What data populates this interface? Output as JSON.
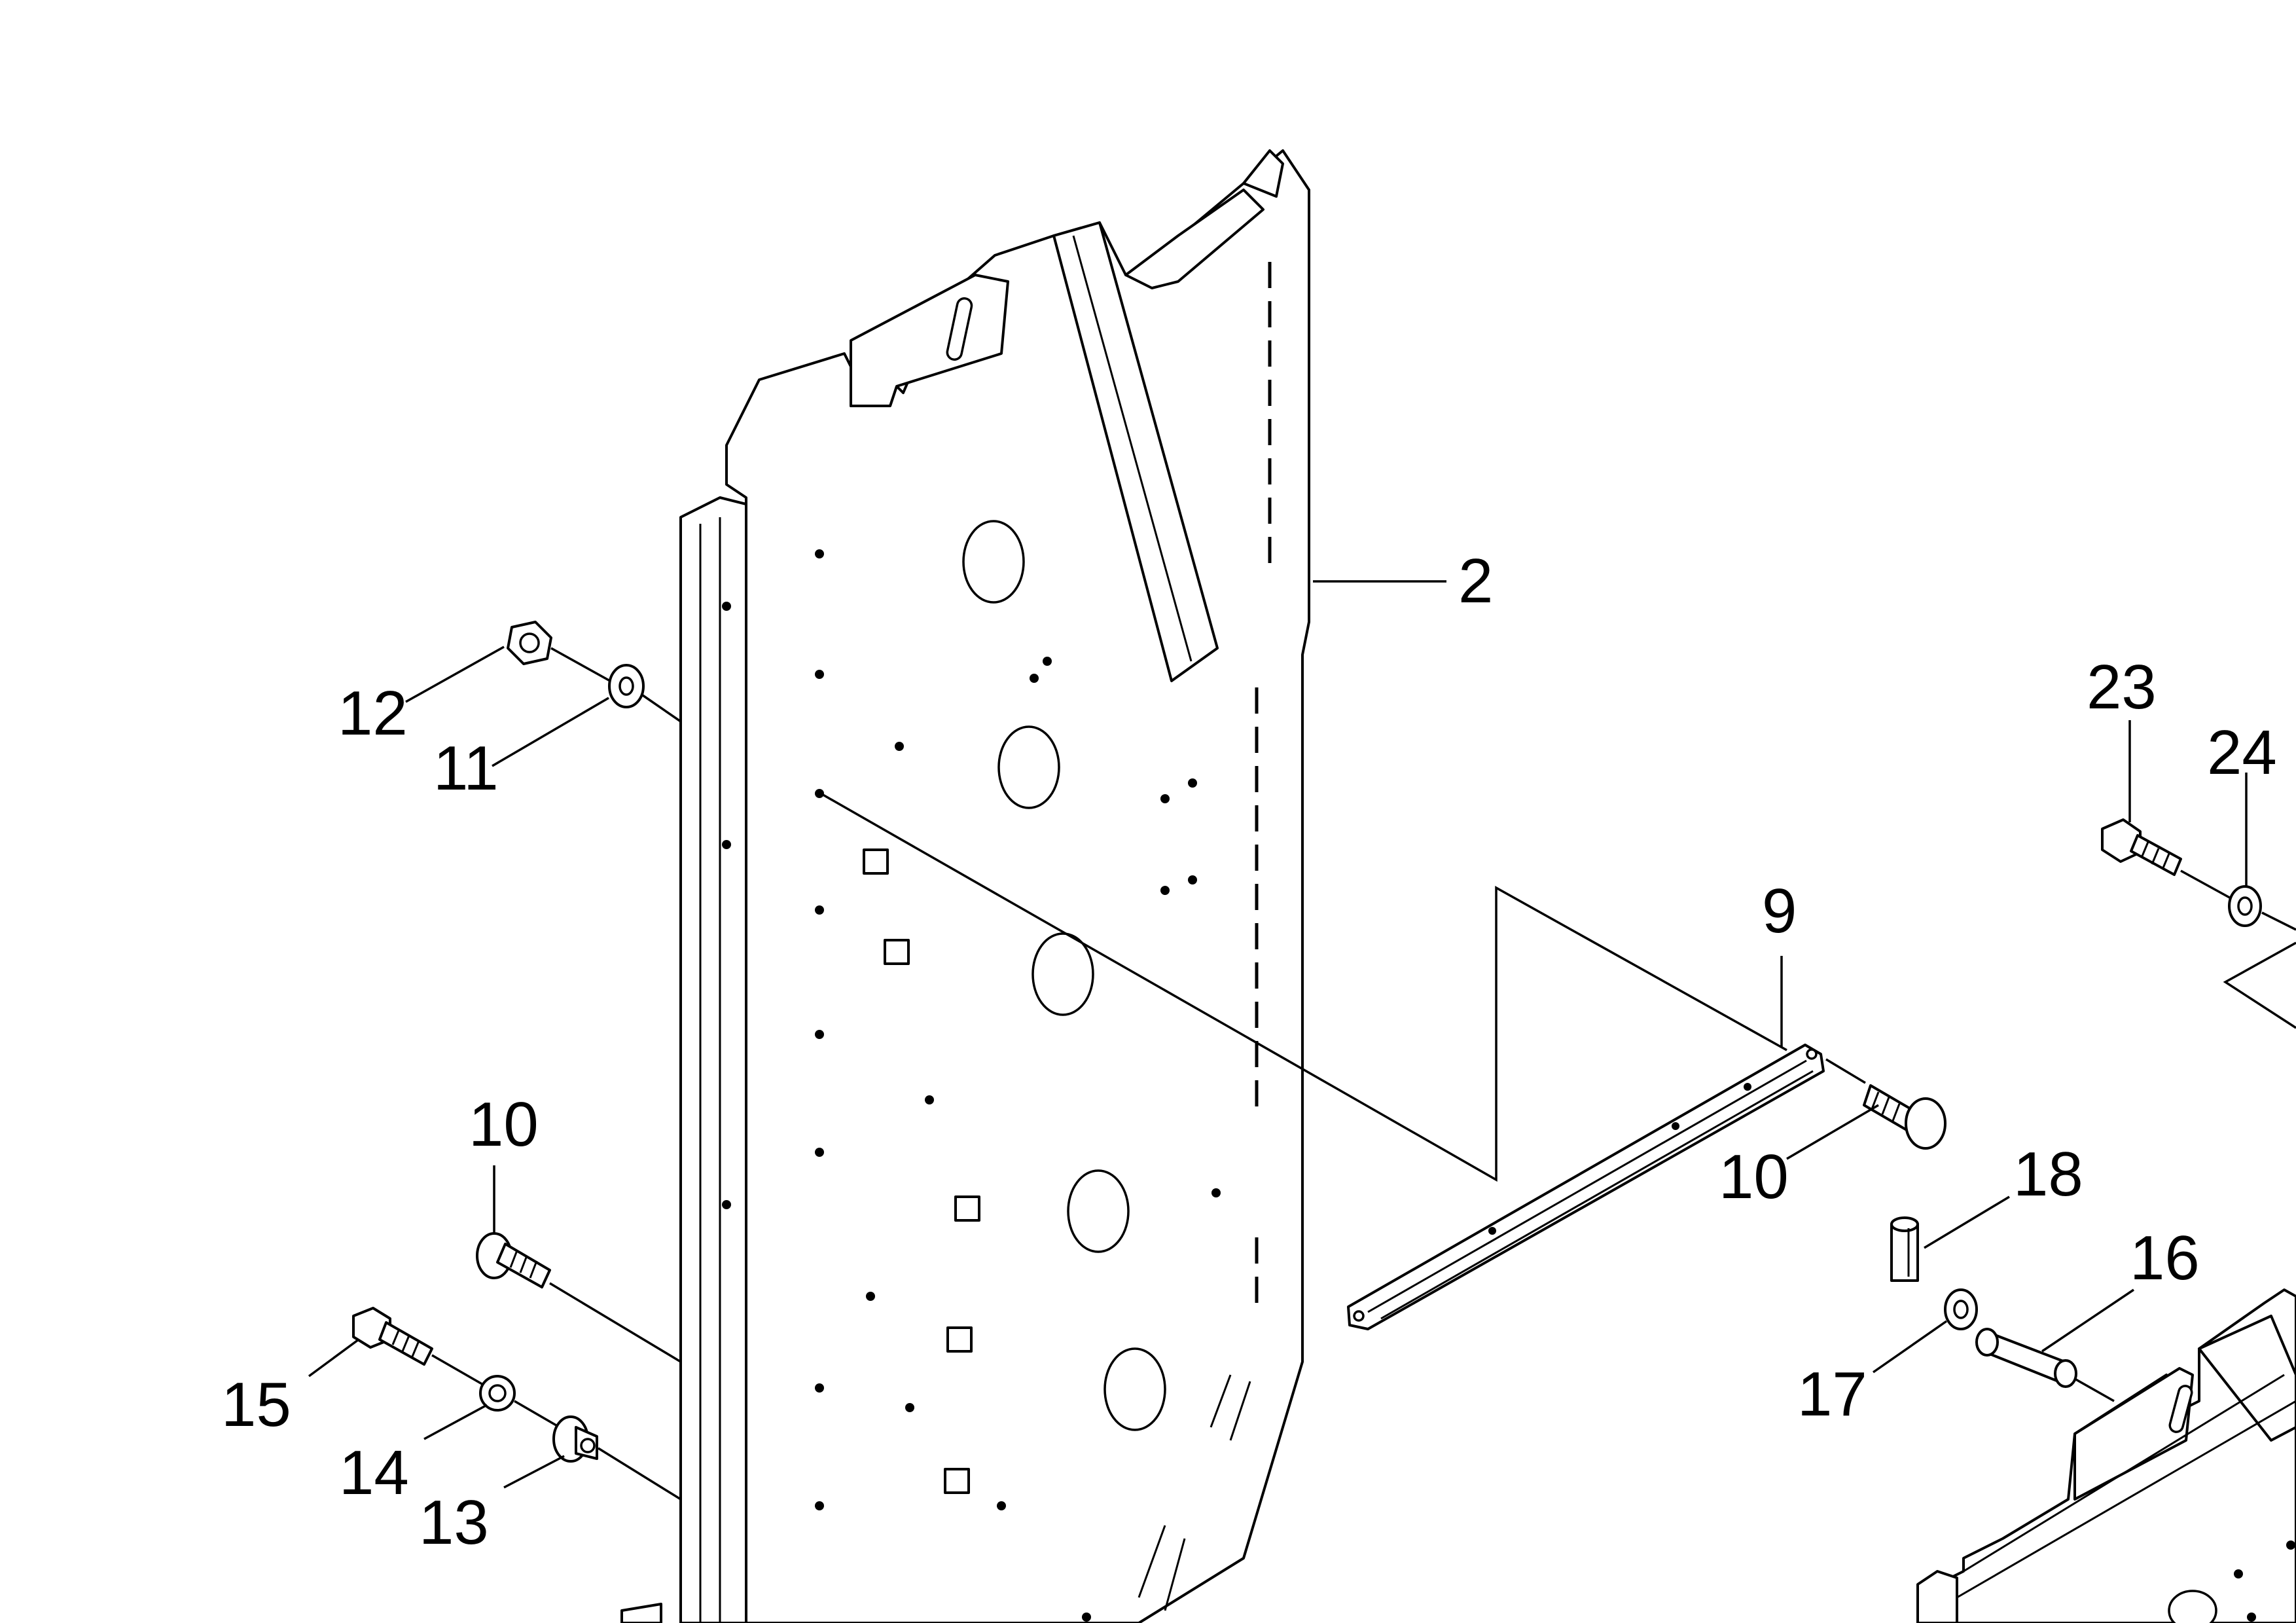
{
  "callouts": [
    {
      "id": "c2",
      "label": "2"
    },
    {
      "id": "c9",
      "label": "9"
    },
    {
      "id": "c10a",
      "label": "10"
    },
    {
      "id": "c10b",
      "label": "10"
    },
    {
      "id": "c11",
      "label": "11"
    },
    {
      "id": "c12",
      "label": "12"
    },
    {
      "id": "c13",
      "label": "13"
    },
    {
      "id": "c14",
      "label": "14"
    },
    {
      "id": "c15",
      "label": "15"
    },
    {
      "id": "c16",
      "label": "16"
    },
    {
      "id": "c17",
      "label": "17"
    },
    {
      "id": "c18",
      "label": "18"
    },
    {
      "id": "c23",
      "label": "23"
    },
    {
      "id": "c24",
      "label": "24"
    }
  ]
}
